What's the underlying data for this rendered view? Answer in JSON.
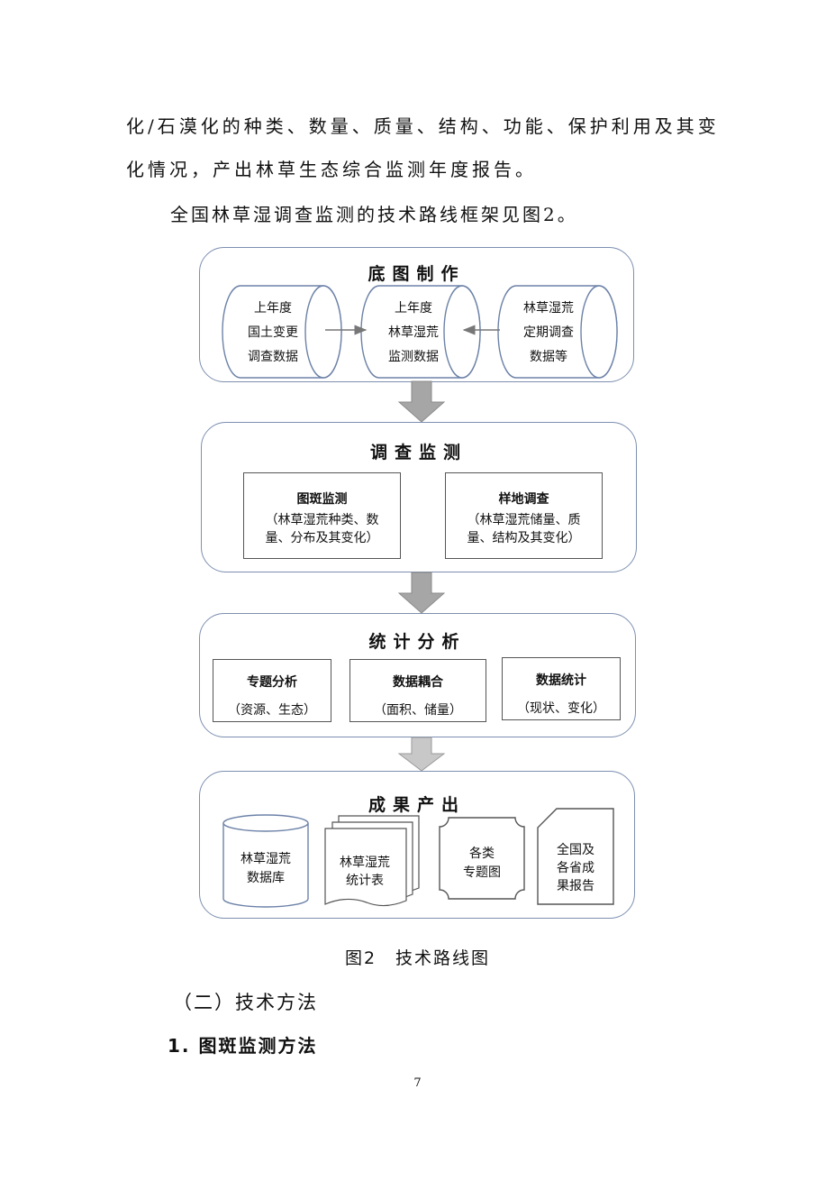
{
  "paragraphs": {
    "p1": "化/石漠化的种类、数量、质量、结构、功能、保护利用及其变",
    "p2": "化情况，产出林草生态综合监测年度报告。",
    "p3": "全国林草湿调查监测的技术路线框架见图2。"
  },
  "diagram": {
    "stage1": {
      "title": "底图制作",
      "cyl1": [
        "上年度",
        "国土变更",
        "调查数据"
      ],
      "cyl2": [
        "上年度",
        "林草湿荒",
        "监测数据"
      ],
      "cyl3": [
        "林草湿荒",
        "定期调查",
        "数据等"
      ]
    },
    "stage2": {
      "title": "调查监测",
      "box1": {
        "title": "图斑监测",
        "line1": "（林草湿荒种类、数",
        "line2": "量、分布及其变化）"
      },
      "box2": {
        "title": "样地调查",
        "line1": "（林草湿荒储量、质",
        "line2": "量、结构及其变化）"
      }
    },
    "stage3": {
      "title": "统计分析",
      "box1": {
        "title": "专题分析",
        "sub": "（资源、生态）"
      },
      "box2": {
        "title": "数据耦合",
        "sub": "（面积、储量）"
      },
      "box3": {
        "title": "数据统计",
        "sub": "（现状、变化）"
      }
    },
    "stage4": {
      "title": "成果产出",
      "item1": [
        "林草湿荒",
        "数据库"
      ],
      "item2": [
        "林草湿荒",
        "统计表"
      ],
      "item3": [
        "各类",
        "专题图"
      ],
      "item4": [
        "全国及",
        "各省成",
        "果报告"
      ]
    },
    "colors": {
      "frame": "#7d8fb0",
      "arrow_fill": "#a6a6a6",
      "arrow_fill_light": "#c8c8c8"
    }
  },
  "caption": "图2　技术路线图",
  "section_heading": "（二）技术方法",
  "subsection_heading": "1.  图斑监测方法",
  "page_number": "7"
}
